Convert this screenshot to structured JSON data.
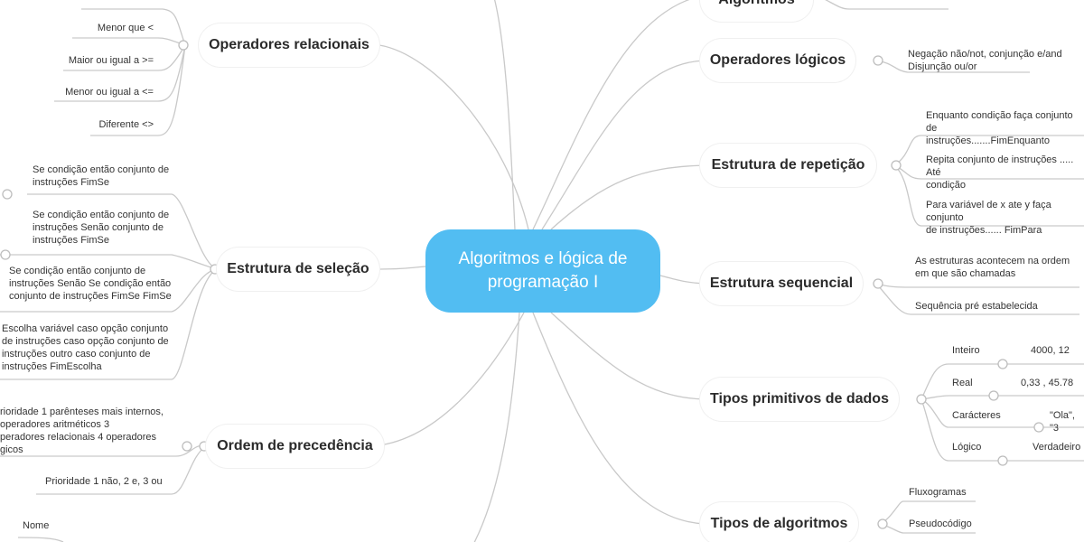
{
  "central": "Algoritmos e lógica de programação I",
  "topics": {
    "algoritmos": "Algoritmos",
    "operadores_logicos": "Operadores lógicos",
    "estrutura_repeticao": "Estrutura de repetição",
    "estrutura_sequencial": "Estrutura sequencial",
    "tipos_primitivos": "Tipos primitivos de dados",
    "tipos_algoritmos": "Tipos de algoritmos",
    "operadores_relacionais": "Operadores relacionais",
    "estrutura_selecao": "Estrutura de seleção",
    "ordem_precedencia": "Ordem de precedência"
  },
  "leaves": {
    "operadores_logicos": [
      "Negação não/not, conjunção e/and\nDisjunção ou/or"
    ],
    "estrutura_repeticao": [
      "Enquanto condição faça conjunto de\ninstruções.......FimEnquanto",
      "Repita conjunto de instruções ..... Até\ncondição",
      "Para variável de x ate y faça conjunto\nde instruções...... FimPara"
    ],
    "estrutura_sequencial": [
      "As estruturas acontecem na ordem\nem que são chamadas",
      "Sequência pré estabelecida"
    ],
    "tipos_primitivos": [
      {
        "label": "Inteiro",
        "value": "4000, 12"
      },
      {
        "label": "Real",
        "value": "0,33 , 45.78"
      },
      {
        "label": "Carácteres",
        "value": "\"Ola\", \"3"
      },
      {
        "label": "Lógico",
        "value": "Verdadeiro"
      }
    ],
    "tipos_algoritmos": [
      "Fluxogramas",
      "Pseudocódigo"
    ],
    "operadores_relacionais": [
      "Menor que <",
      "Maior ou igual a >=",
      "Menor ou igual a <=",
      "Diferente <>"
    ],
    "estrutura_selecao": [
      "Se condição então conjunto de\ninstruções FimSe",
      "Se condição então conjunto de\ninstruções Senão conjunto de\ninstruções FimSe",
      "Se condição então conjunto de\ninstruções Senão Se condição então\nconjunto de instruções FimSe FimSe",
      "Escolha variável caso opção conjunto\nde instruções caso opção conjunto de\ninstruções  outro caso conjunto de\ninstruções  FimEscolha"
    ],
    "ordem_precedencia": [
      "rioridade 1 parênteses mais internos,\noperadores aritméticos 3\nperadores relacionais 4 operadores\ngicos",
      "Prioridade 1 não, 2 e, 3 ou"
    ],
    "bottom_left": [
      "Nome"
    ]
  },
  "colors": {
    "central": "#52bdf2",
    "line": "#c9c9c9",
    "text": "#333333"
  }
}
